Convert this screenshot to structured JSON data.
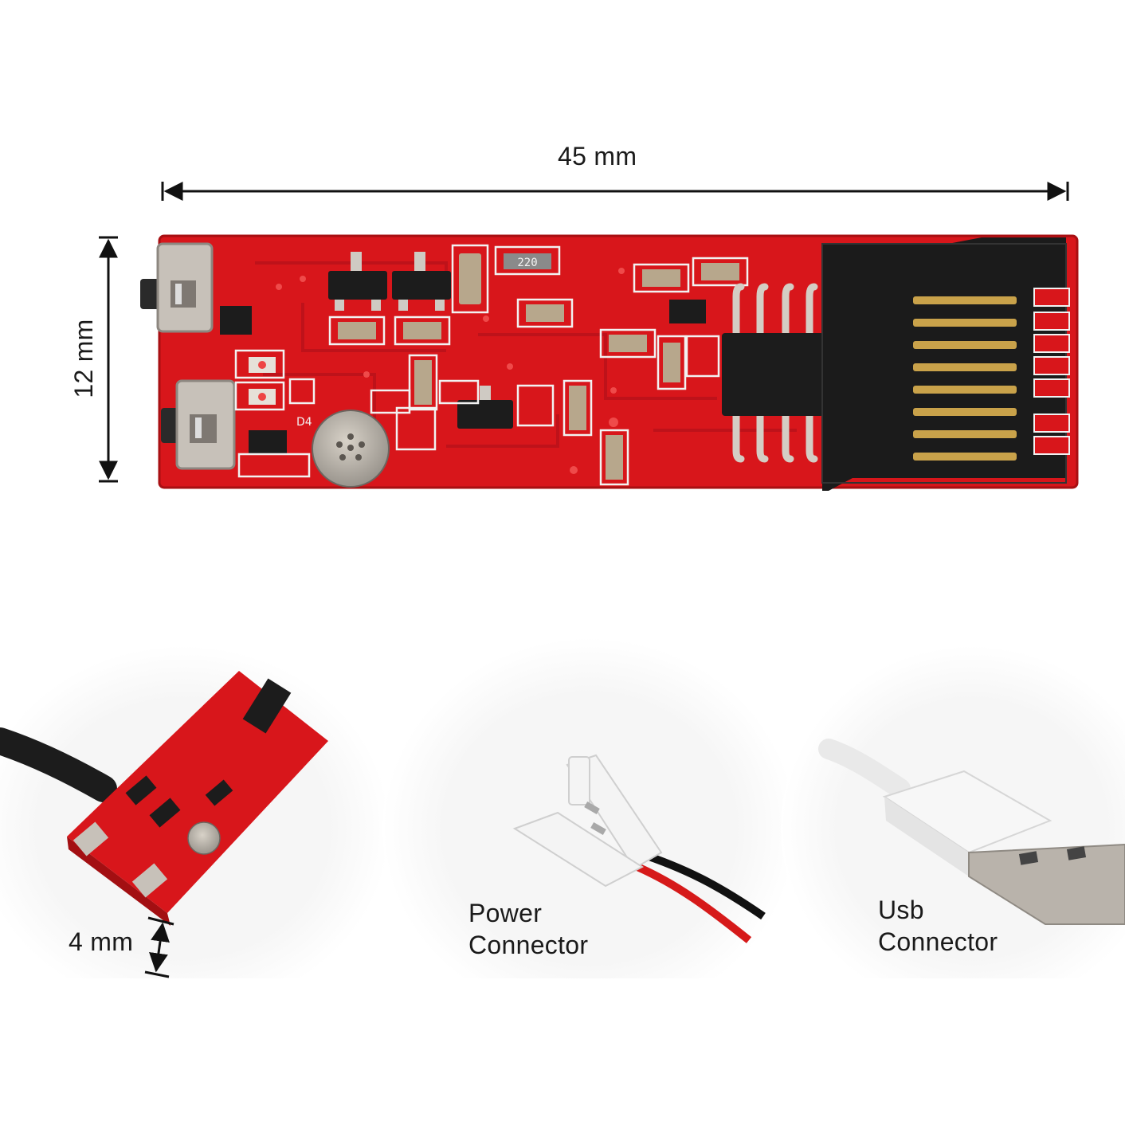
{
  "dimensions": {
    "width": "45 mm",
    "height": "12 mm",
    "thickness": "4 mm"
  },
  "connectors": {
    "power": {
      "line1": "Power",
      "line2": "Connector"
    },
    "usb": {
      "line1": "Usb",
      "line2": "Connector"
    }
  },
  "pcb": {
    "resistor_code": "220",
    "designator": "D4"
  },
  "colors": {
    "pcb_red": "#d8161b",
    "silkscreen": "#f2f2f2",
    "component_black": "#1c1c1c",
    "metal": "#b9b3ab",
    "pad_gold": "#c9a24a"
  }
}
